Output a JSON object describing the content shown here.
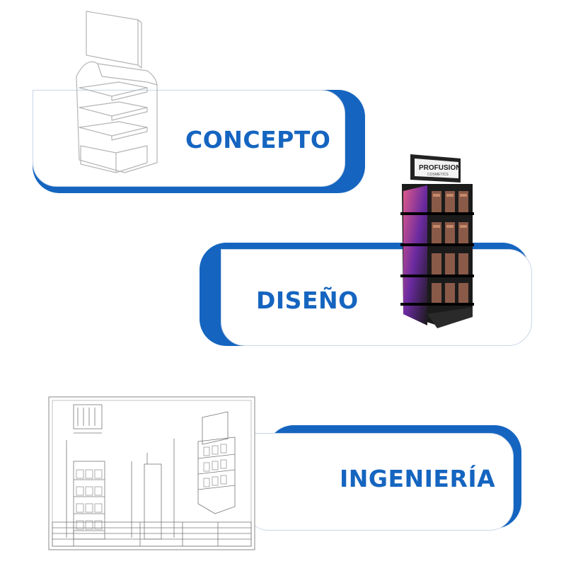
{
  "steps": [
    {
      "id": "concept",
      "label": "CONCEPTO"
    },
    {
      "id": "design",
      "label": "DISEÑO"
    },
    {
      "id": "engineering",
      "label": "INGENIERÍA"
    }
  ],
  "design_display": {
    "brand": "PROFUSION",
    "sub": "COSMETICS"
  },
  "colors": {
    "accent": "#1565c0",
    "card": "#ffffff",
    "sketch": "#b5b5b5"
  }
}
